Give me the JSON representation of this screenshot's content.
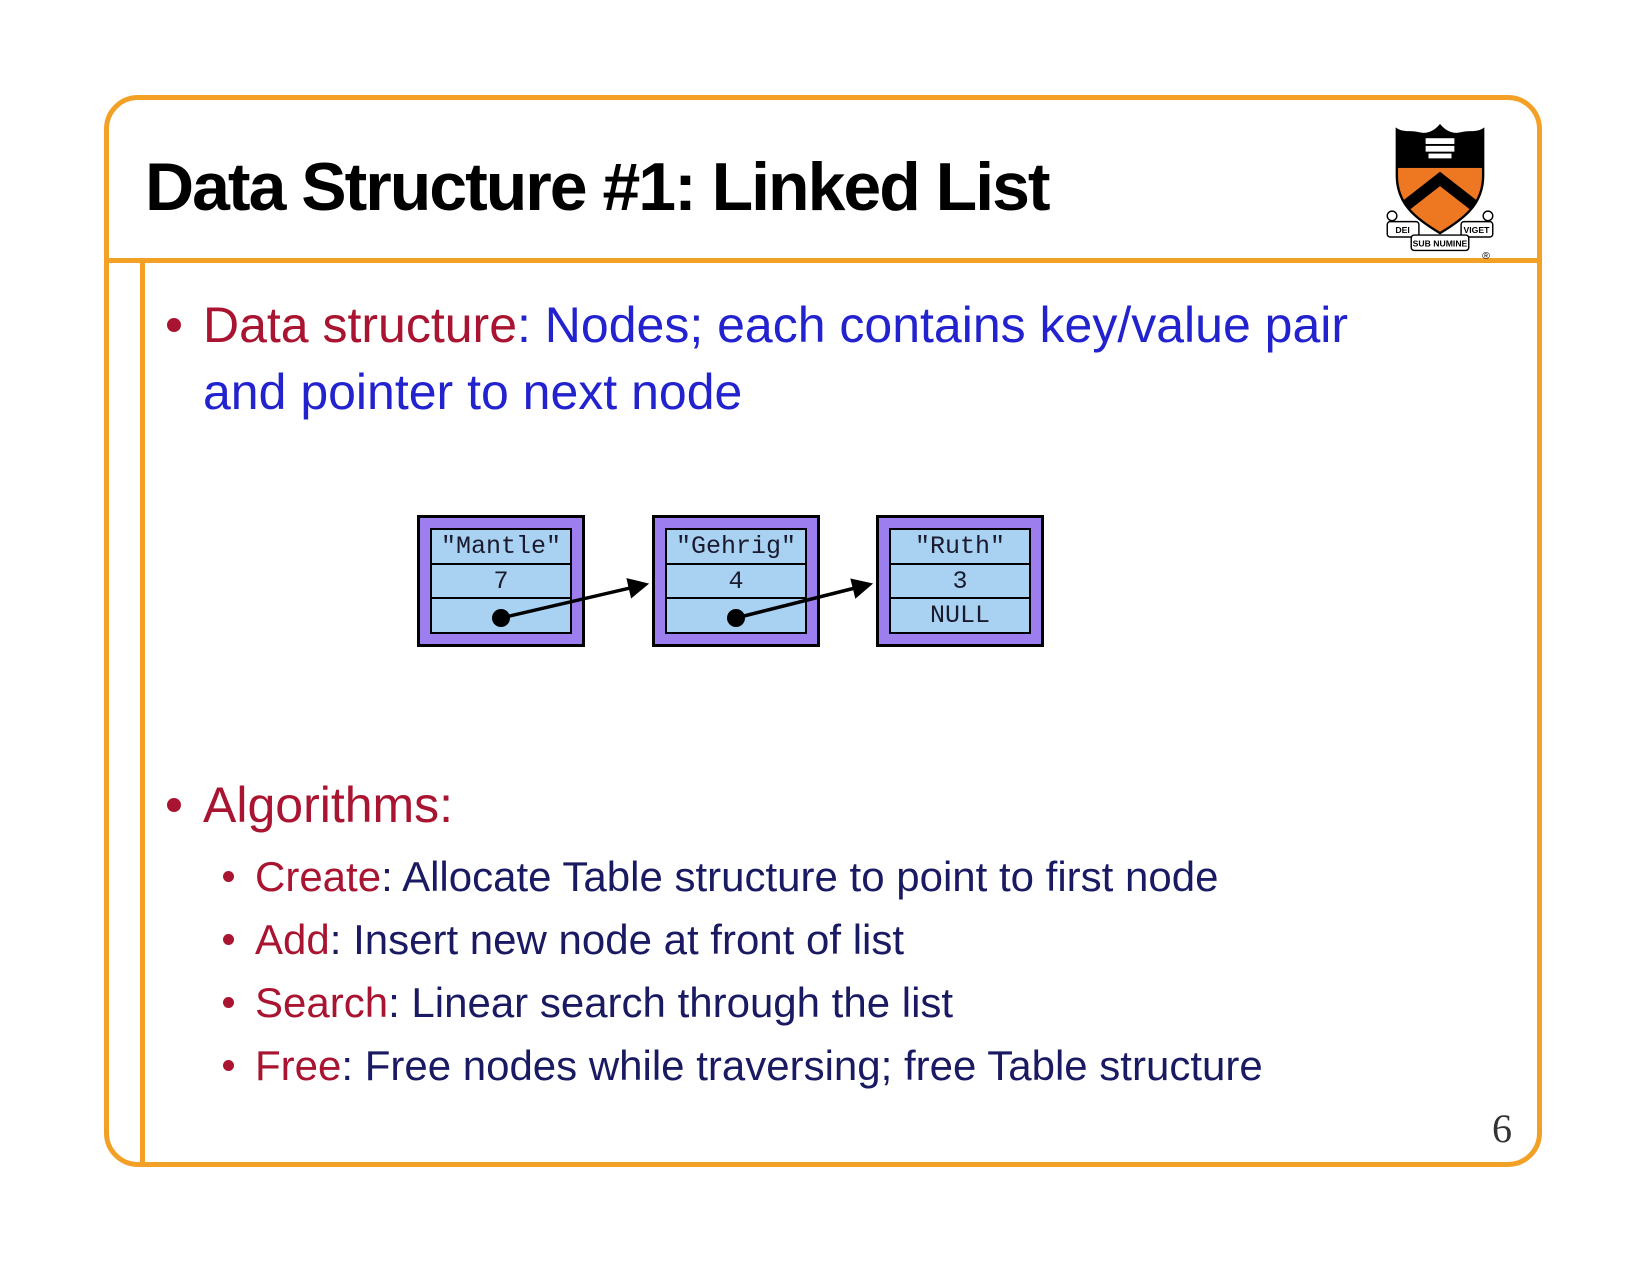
{
  "slide": {
    "title": "Data Structure #1: Linked List",
    "page_number": "6"
  },
  "logo": {
    "motto_left": "DEI",
    "motto_center": "SUB NUMINE",
    "motto_right": "VIGET",
    "registered": "®"
  },
  "bullets": {
    "data_structure": {
      "lead": "Data structure",
      "rest": ": Nodes; each contains key/value pair and pointer to next node"
    },
    "algorithms": {
      "lead": "Algorithms:"
    },
    "algorithm_items": [
      {
        "lead": "Create",
        "rest": ": Allocate Table structure to point to first node"
      },
      {
        "lead": "Add",
        "rest": ": Insert new node at front of list"
      },
      {
        "lead": "Search",
        "rest": ": Linear search through the list"
      },
      {
        "lead": "Free",
        "rest": ": Free nodes while traversing; free Table structure"
      }
    ]
  },
  "diagram": {
    "nodes": [
      {
        "key": "\"Mantle\"",
        "value": "7",
        "pointer": ""
      },
      {
        "key": "\"Gehrig\"",
        "value": "4",
        "pointer": ""
      },
      {
        "key": "\"Ruth\"",
        "value": "3",
        "pointer": "NULL"
      }
    ]
  },
  "colors": {
    "border_orange": "#F2A126",
    "lead_red": "#A91431",
    "body_blue": "#2222CE",
    "sub_navy": "#1A1A63",
    "node_frame_purple": "#9D7EEE",
    "node_fill_blue": "#A9D1F2",
    "princeton_orange": "#EE7722"
  }
}
